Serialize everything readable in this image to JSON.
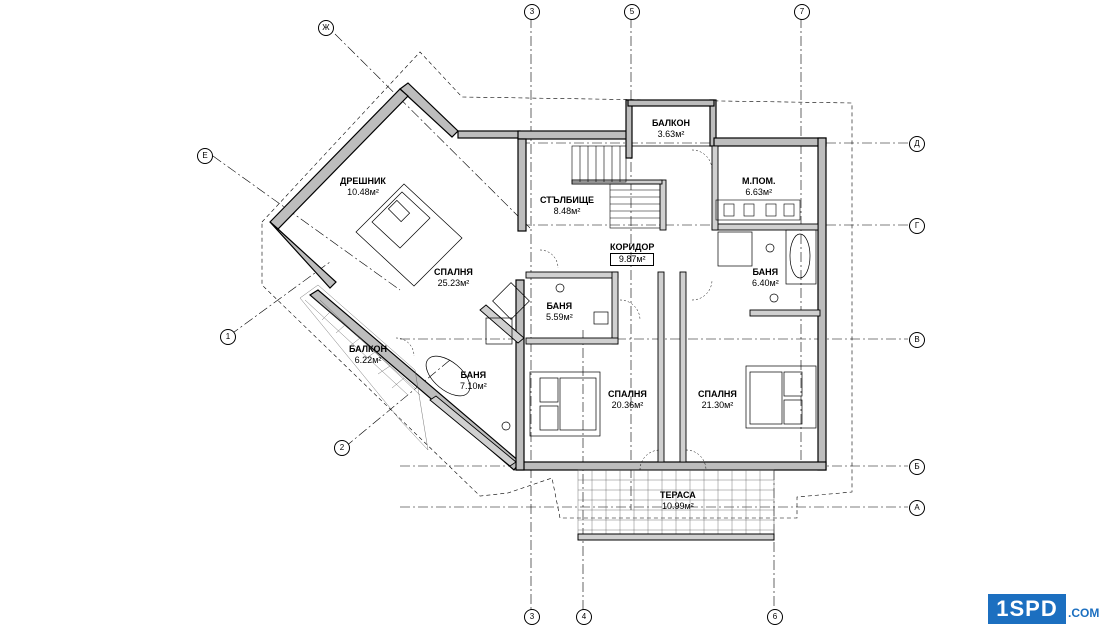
{
  "rooms": [
    {
      "name": "ДРЕШНИК",
      "area": "10.48м²"
    },
    {
      "name": "СТЪЛБИЩЕ",
      "area": "8.48м²"
    },
    {
      "name": "БАЛКОН",
      "area": "3.63м²"
    },
    {
      "name": "М.ПОМ.",
      "area": "6.63м²"
    },
    {
      "name": "КОРИДОР",
      "area": "9.87м²"
    },
    {
      "name": "СПАЛНЯ",
      "area": "25.23м²"
    },
    {
      "name": "БАНЯ",
      "area": "5.59м²"
    },
    {
      "name": "БАНЯ",
      "area": "6.40м²"
    },
    {
      "name": "БАЛКОН",
      "area": "6.22м²"
    },
    {
      "name": "БАНЯ",
      "area": "7.10м²"
    },
    {
      "name": "СПАЛНЯ",
      "area": "20.36м²"
    },
    {
      "name": "СПАЛНЯ",
      "area": "21.30м²"
    },
    {
      "name": "ТЕРАСА",
      "area": "10.99м²"
    }
  ],
  "grid_axes": {
    "top": [
      "3",
      "5",
      "7"
    ],
    "bottom": [
      "3",
      "4",
      "6"
    ],
    "right": [
      "Д",
      "Г",
      "В",
      "Б",
      "А"
    ],
    "left": [
      "Ж",
      "Е",
      "1",
      "2"
    ]
  },
  "watermark": {
    "box": "1SPD",
    "suffix": ".COM"
  },
  "colors": {
    "line": "#000000",
    "hatch": "#555555",
    "logo": "#1c6fc0"
  }
}
